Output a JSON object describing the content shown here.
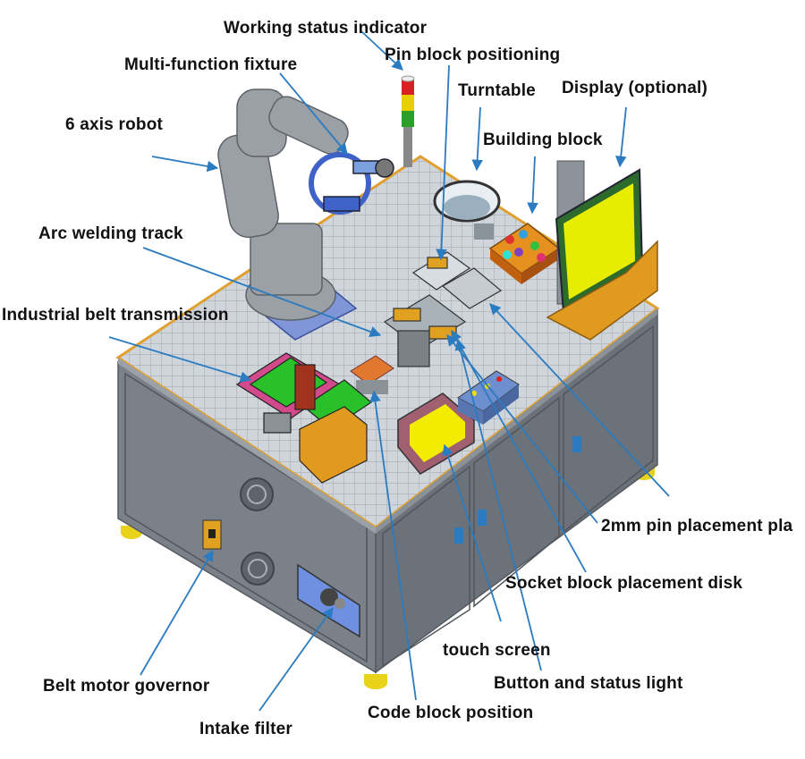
{
  "labels": {
    "working_status_indicator": "Working status indicator",
    "pin_block_positioning": "Pin block positioning",
    "multi_function_fixture": "Multi-function fixture",
    "turntable": "Turntable",
    "display_optional": "Display (optional)",
    "six_axis_robot": "6 axis robot",
    "building_block": "Building block",
    "arc_welding_track": "Arc welding track",
    "industrial_belt_transmission": "Industrial belt transmission",
    "two_mm_pin_placement": "2mm pin placement pla",
    "socket_block_placement_disk": "Socket block placement disk",
    "touch_screen": "touch screen",
    "button_and_status_light": "Button and status light",
    "belt_motor_governor": "Belt motor governor",
    "code_block_position": "Code block position",
    "intake_filter": "Intake filter"
  },
  "colors": {
    "leader_line": "#2b7bc0",
    "cabinet_side": "#6f757c",
    "cabinet_front": "#7c838a",
    "table_top": "#c9cfd4",
    "edge_trim": "#e0a030",
    "foot": "#e8d21a",
    "screen_yellow": "#f2e600",
    "beacon_red": "#d62222",
    "beacon_yellow": "#e8d000",
    "beacon_green": "#2aa02a"
  },
  "icons": {
    "robot": "industrial-robot-arm",
    "beacon": "tower-light",
    "display": "monitor",
    "turntable": "rotary-disk"
  }
}
